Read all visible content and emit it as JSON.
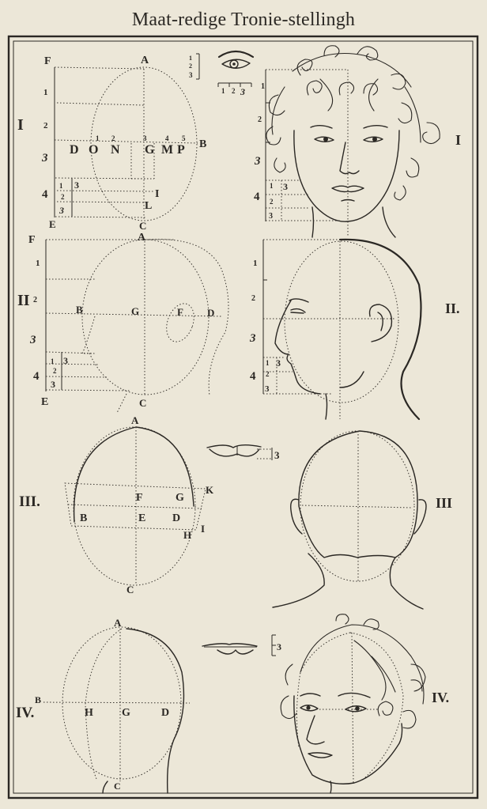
{
  "plate": {
    "title": "Maat-redige Tronie-stellingh",
    "paper_color": "#ece7d8",
    "ink_color": "#2b2824"
  },
  "figures": [
    {
      "id": "I",
      "row_label": "I",
      "diagram": {
        "points": [
          "F",
          "A",
          "B",
          "C",
          "E",
          "D",
          "O",
          "N",
          "G",
          "M",
          "P",
          "I",
          "L"
        ],
        "scale_left": [
          "1",
          "2",
          "3",
          "4"
        ],
        "sub_scale": [
          "1",
          "2",
          "3"
        ],
        "sub_scale_bracket": "3",
        "eye_widths": [
          "1",
          "2",
          "3",
          "4",
          "5"
        ]
      },
      "eye_study": {
        "vertical_scale": [
          "1",
          "2",
          "3"
        ],
        "horizontal_scale": [
          "1",
          "2",
          "3"
        ]
      },
      "portrait": {
        "label": "I",
        "view": "front, curly hair",
        "scale_left": [
          "1",
          "2",
          "3",
          "4"
        ],
        "sub_scale": [
          "1",
          "2",
          "3"
        ],
        "sub_scale_bracket": "3"
      }
    },
    {
      "id": "II",
      "row_label": "II",
      "diagram": {
        "points": [
          "F",
          "A",
          "B",
          "G",
          "F",
          "D",
          "C",
          "E"
        ],
        "scale_left": [
          "1",
          "2",
          "3",
          "4"
        ],
        "sub_scale": [
          "1",
          "2",
          "3"
        ],
        "sub_scale_bracket": "3"
      },
      "portrait": {
        "label": "II.",
        "view": "profile",
        "scale_left": [
          "1",
          "2",
          "3",
          "4"
        ],
        "sub_scale": [
          "1",
          "2",
          "3"
        ],
        "sub_scale_bracket": "3"
      }
    },
    {
      "id": "III",
      "row_label": "III.",
      "diagram": {
        "points": [
          "A",
          "F",
          "G",
          "K",
          "B",
          "E",
          "D",
          "H",
          "I",
          "C"
        ]
      },
      "mouth_study": {
        "bracket": "3"
      },
      "portrait": {
        "label": "III",
        "view": "back of head"
      }
    },
    {
      "id": "IV",
      "row_label": "IV.",
      "diagram": {
        "points": [
          "A",
          "B",
          "H",
          "G",
          "D",
          "C"
        ]
      },
      "mouth_study": {
        "bracket": "3"
      },
      "portrait": {
        "label": "IV.",
        "view": "three-quarter, curly hair"
      }
    }
  ]
}
